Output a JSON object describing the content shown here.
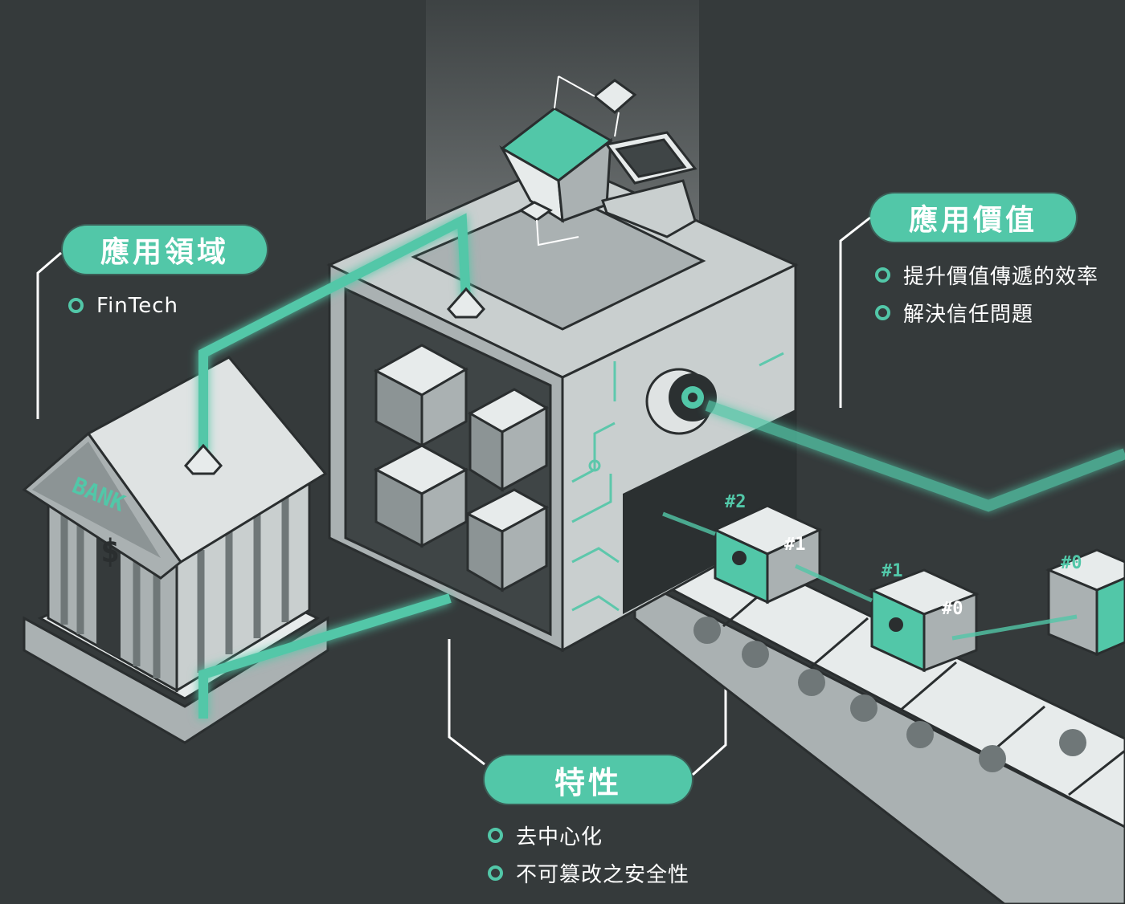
{
  "sections": {
    "application_field": {
      "title": "應用領域",
      "items": [
        "FinTech"
      ]
    },
    "application_value": {
      "title": "應用價值",
      "items": [
        "提升價值傳遞的效率",
        "解決信任問題"
      ]
    },
    "features": {
      "title": "特性",
      "items": [
        "去中心化",
        "不可篡改之安全性"
      ]
    }
  },
  "bank": {
    "sign": "BANK",
    "symbol": "$"
  },
  "blocks": [
    {
      "label_top": "#2",
      "label_side": "#1"
    },
    {
      "label_top": "#1",
      "label_side": "#0"
    },
    {
      "label_top": "#0"
    }
  ],
  "colors": {
    "background": "#353a3b",
    "accent": "#52c7a8",
    "structure_light": "#dfe3e3",
    "structure_mid": "#aab1b2",
    "structure_dark": "#6f7778"
  }
}
